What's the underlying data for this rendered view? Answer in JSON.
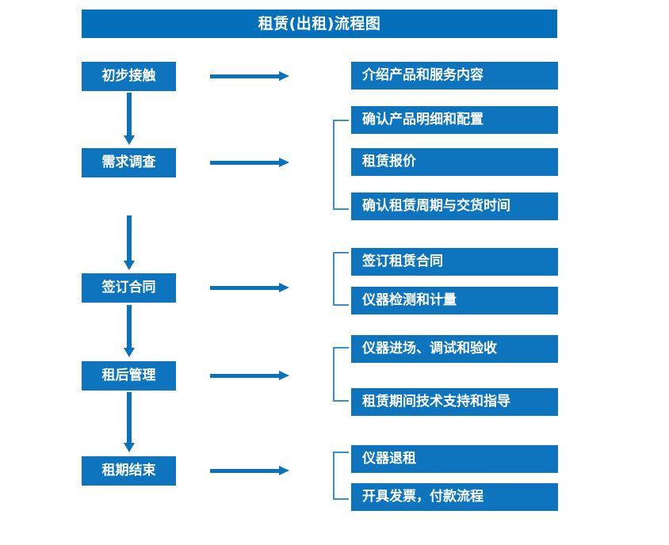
{
  "diagram": {
    "title": "租赁(出租)流程图",
    "colors": {
      "title_bar": "#0470bc",
      "box": "#0d74bd",
      "arrow": "#0a72ba",
      "bracket": "#3a8fd0",
      "text": "#ffffff",
      "background": "#ffffff"
    },
    "stages": [
      {
        "label": "初步接触"
      },
      {
        "label": "需求调查"
      },
      {
        "label": "签订合同"
      },
      {
        "label": "租后管理"
      },
      {
        "label": "租期结束"
      }
    ],
    "details": [
      {
        "label": "介绍产品和服务内容"
      },
      {
        "label": "确认产品明细和配置"
      },
      {
        "label": "租赁报价"
      },
      {
        "label": "确认租赁周期与交货时间"
      },
      {
        "label": "签订租赁合同"
      },
      {
        "label": "仪器检测和计量"
      },
      {
        "label": "仪器进场、调试和验收"
      },
      {
        "label": "租赁期间技术支持和指导"
      },
      {
        "label": "仪器退租"
      },
      {
        "label": "开具发票，付款流程"
      }
    ],
    "connectors": {
      "right_arrow_name": "right-arrow-icon",
      "down_arrow_name": "down-arrow-icon",
      "bracket_name": "group-bracket"
    }
  }
}
